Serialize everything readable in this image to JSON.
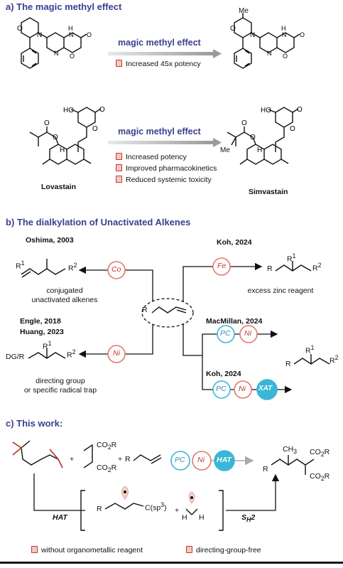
{
  "sections": {
    "a_title": "a) The magic methyl effect",
    "b_title": "b) The dialkylation of Unactivated Alkenes",
    "c_title": "c) This work:"
  },
  "part_a": {
    "arrow1_label": "magic methyl effect",
    "arrow1_bullet": "Increased 45x potency",
    "arrow2_label": "magic methyl effect",
    "arrow2_bullets": [
      "Increased potency",
      "Improved pharmacokinetics",
      "Reduced systemic toxicity"
    ],
    "me_label": "Me",
    "lovastatin": "Lovastain",
    "simvastatin": "Simvastain"
  },
  "part_b": {
    "oshima": "Oshima, 2003",
    "oshima_note_1": "conjugated",
    "oshima_note_2": "unactivated alkenes",
    "koh1": "Koh, 2024",
    "koh1_note": "excess zinc reagent",
    "engle": "Engle, 2018",
    "huang": "Huang, 2023",
    "engle_note_1": "directing group",
    "engle_note_2": "or specific radical trap",
    "macmillan": "MacMillan, 2024",
    "koh2": "Koh, 2024",
    "cat_co": "Co",
    "cat_fe": "Fe",
    "cat_ni": "Ni",
    "cat_pc": "PC",
    "cat_xat": "XAT",
    "dg_r": "DG/R",
    "r": "R",
    "r1": "R1",
    "r2": "R2"
  },
  "part_c": {
    "co2r": "CO2R",
    "ch3": "CH3",
    "r": "R",
    "hat_label": "HAT",
    "sh2_label": "SH2",
    "csp3": "C(sp3)",
    "h": "H",
    "bullet1": "without organometallic reagent",
    "bullet2": "directing-group-free",
    "cat_pc": "PC",
    "cat_ni": "Ni",
    "cat_hat": "HAT"
  },
  "colors": {
    "heading": "#3b3f8f",
    "red": "#c0392b",
    "blue": "#2f8fbf",
    "cyan": "#3ab7d6",
    "olive": "#7a7a2a",
    "salmon": "#e07a6a"
  }
}
